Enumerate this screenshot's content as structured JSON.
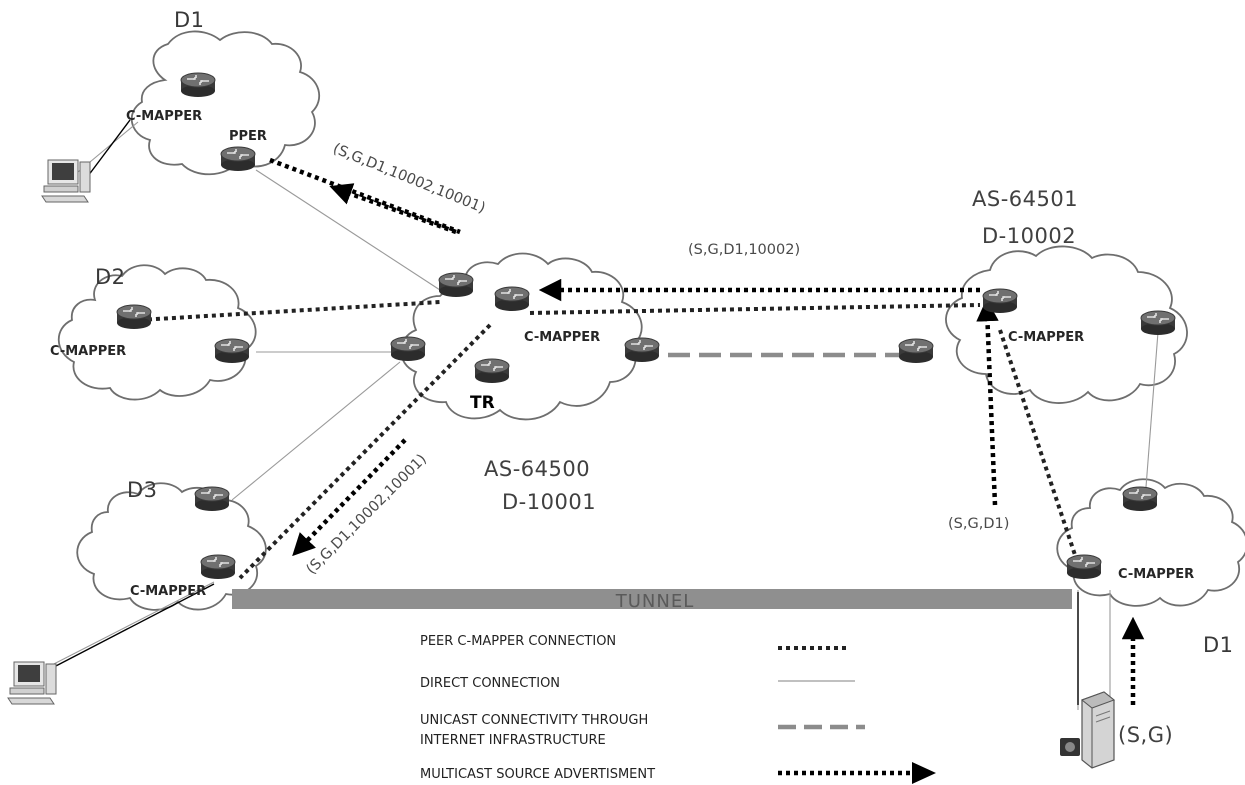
{
  "domains": {
    "d1_top": "D1",
    "d2": "D2",
    "d3": "D3",
    "d1_right": "D1",
    "as64500_line1": "AS-64500",
    "as64500_line2": "D-10001",
    "as64501_line1": "AS-64501",
    "as64501_line2": "D-10002"
  },
  "mapper_labels": {
    "d1_top": "C-MAPPER",
    "d1_top_partial": "PPER",
    "d2": "C-MAPPER",
    "center": "C-MAPPER",
    "d3": "C-MAPPER",
    "as64501": "C-MAPPER",
    "d1_right": "C-MAPPER"
  },
  "tr_label": "TR",
  "tunnel_label": "TUNNEL",
  "messages": {
    "to_d1_top": "(S,G,D1,10002,10001)",
    "to_center": "(S,G,D1,10002)",
    "to_d3": "(S,G,D1,10002,10001)",
    "to_as64501": "(S,G,D1)",
    "source": "(S,G)"
  },
  "legend": [
    {
      "label": "PEER C-MAPPER CONNECTION",
      "style": "dotted"
    },
    {
      "label": "DIRECT CONNECTION",
      "style": "thin"
    },
    {
      "label": "UNICAST CONNECTIVITY THROUGH",
      "label2": "INTERNET INFRASTRUCTURE",
      "style": "dashed"
    },
    {
      "label": "MULTICAST SOURCE ADVERTISMENT",
      "style": "arrow"
    }
  ],
  "colors": {
    "cloud_stroke": "#6e6e6e",
    "router_top": "#6b6b6b",
    "dotted": "#222222",
    "dashed": "#8c8c8c",
    "tunnel": "#8f8f8f"
  }
}
